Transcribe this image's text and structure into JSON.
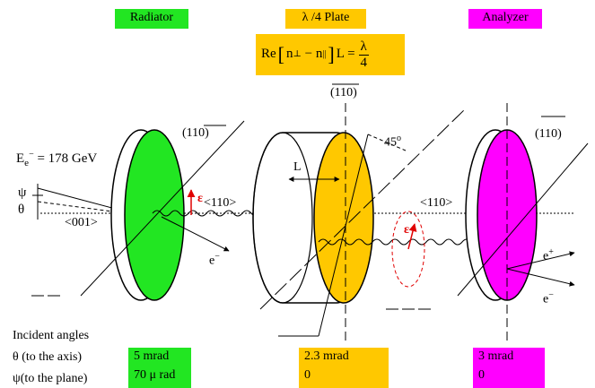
{
  "header": {
    "radiator_title": "Radiator",
    "plate_title": "λ /4 Plate",
    "analyzer_title": "Analyzer",
    "formula": {
      "prefix": "Re",
      "bracket_open": "[",
      "n_perp": "n",
      "perp_sub": "⊥",
      "minus": " − ",
      "n_par": "n",
      "par_sub": "||",
      "bracket_close": "]",
      "length": "L =",
      "numerator": "λ",
      "denominator": "4"
    }
  },
  "diagram": {
    "energy_prefix": "E",
    "energy_sub": "e",
    "energy_sup": "−",
    "energy_value": "= 178 GeV",
    "psi": "ψ",
    "theta": "θ",
    "axis_001": "<001>",
    "axis_110_a": "<110>",
    "axis_110_b": "<110>",
    "plane_110_radiator": "(110)",
    "plane_110_plate_top": "(110)",
    "plane_110_analyzer": "(110)",
    "angle_45": "45",
    "angle_deg": "o",
    "length_L": "L",
    "epsilon_1": "ε",
    "epsilon_2": "ε",
    "electron_radiator": "e",
    "electron_radiator_sup": "−",
    "positron_out": "e",
    "positron_out_sup": "+",
    "electron_out": "e",
    "electron_out_sup": "−"
  },
  "angles": {
    "heading": "Incident angles",
    "theta_label": "θ (to the axis)",
    "psi_label": "ψ(to the plane)",
    "radiator_theta": "5 mrad",
    "radiator_psi": "70  μ rad",
    "plate_theta": "2.3 mrad",
    "plate_psi": "0",
    "analyzer_theta": "3 mrad",
    "analyzer_psi": "0"
  },
  "colors": {
    "radiator": "#22e622",
    "plate": "#ffc800",
    "analyzer": "#ff00ff",
    "polarization": "#e00000"
  }
}
